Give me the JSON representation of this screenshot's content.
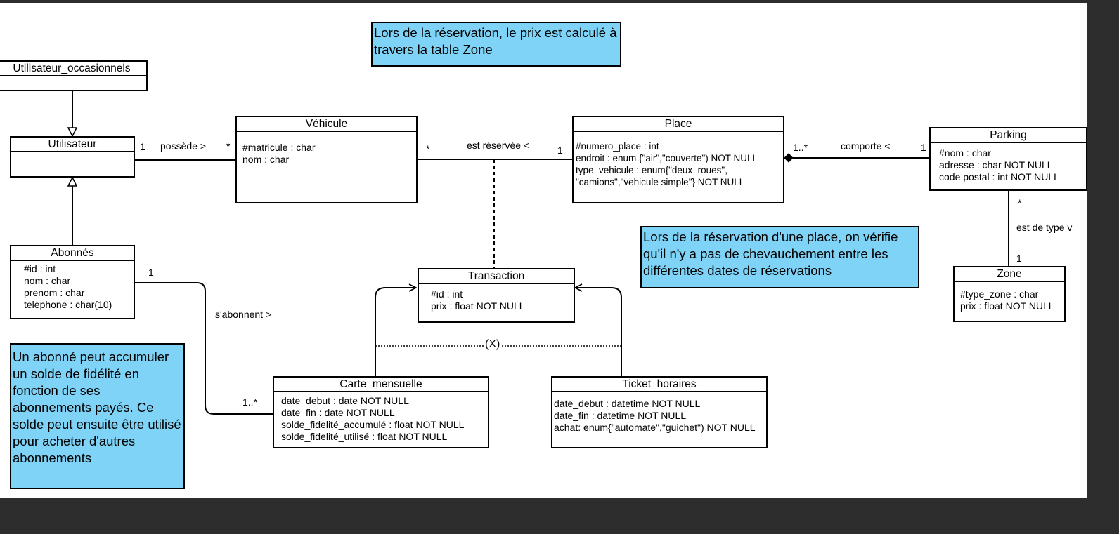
{
  "classes": {
    "utilisateur_occasionnels": {
      "name": "Utilisateur_occasionnels"
    },
    "utilisateur": {
      "name": "Utilisateur"
    },
    "abonnes": {
      "name": "Abonnés",
      "attrs": [
        "#id  : int",
        "nom : char",
        "prenom : char",
        "telephone : char(10)"
      ]
    },
    "vehicule": {
      "name": "Véhicule",
      "attrs": [
        "#matricule : char",
        "nom : char"
      ]
    },
    "place": {
      "name": "Place",
      "attrs": [
        "#numero_place : int",
        "endroit : enum {\"air\",\"couverte\") NOT NULL",
        "type_vehicule : enum{\"deux_roues\",",
        "\"camions\",\"vehicule simple\"} NOT NULL"
      ]
    },
    "parking": {
      "name": "Parking",
      "attrs": [
        "#nom : char",
        "adresse : char NOT NULL",
        "code postal : int NOT NULL"
      ]
    },
    "transaction": {
      "name": "Transaction",
      "attrs": [
        "#id  : int",
        "prix : float NOT NULL"
      ]
    },
    "zone": {
      "name": "Zone",
      "attrs": [
        "#type_zone : char",
        "prix : float NOT NULL"
      ]
    },
    "carte_mensuelle": {
      "name": "Carte_mensuelle",
      "attrs": [
        "date_debut : date NOT NULL",
        "date_fin : date NOT NULL",
        "solde_fidelité_accumulé : float NOT NULL",
        "solde_fidelité_utilisé : float NOT NULL"
      ]
    },
    "ticket_horaires": {
      "name": "Ticket_horaires",
      "attrs": [
        "date_debut : datetime NOT NULL",
        "date_fin : datetime NOT NULL",
        "achat: enum{\"automate\",\"guichet\") NOT NULL"
      ]
    }
  },
  "notes": {
    "prix_zone": "Lors de la réservation, le prix est calculé à travers la table Zone",
    "chevauchement": "Lors de la réservation d'une place, on vérifie qu'il n'y a pas de chevauchement entre les différentes dates de réservations",
    "fidelite": "Un abonné peut accumuler un solde de fidélité en fonction de ses abonnements payés. Ce solde peut ensuite être utilisé pour acheter d'autres abonnements"
  },
  "associations": {
    "possede": {
      "label": "possède >",
      "left_mult": "1",
      "right_mult": "*"
    },
    "est_reservee": {
      "label": "est réservée <",
      "left_mult": "*",
      "right_mult": "1"
    },
    "comporte": {
      "label": "comporte <",
      "left_mult": "1..*",
      "right_mult": "1"
    },
    "est_de_type": {
      "label": "est de type v",
      "top_mult": "*",
      "bottom_mult": "1"
    },
    "s_abonnent": {
      "label": "s'abonnent >",
      "top_mult": "1",
      "bottom_mult": "1..*"
    },
    "exclusion": {
      "label": "(X)"
    }
  },
  "colors": {
    "note_fill": "#7ed3f7",
    "line": "#000000",
    "frame": "#2d2d2d"
  }
}
